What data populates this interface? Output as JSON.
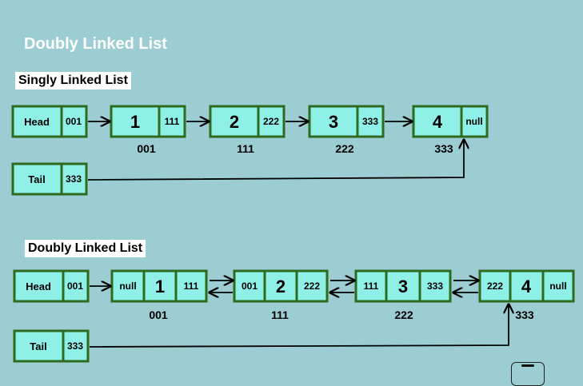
{
  "title": "Doubly Linked List",
  "singly": {
    "label": "Singly Linked List",
    "head": {
      "name": "Head",
      "ptr": "001"
    },
    "tail": {
      "name": "Tail",
      "ptr": "333"
    },
    "nodes": [
      {
        "value": "1",
        "next": "111",
        "address": "001"
      },
      {
        "value": "2",
        "next": "222",
        "address": "111"
      },
      {
        "value": "3",
        "next": "333",
        "address": "222"
      },
      {
        "value": "4",
        "next": "null",
        "address": "333"
      }
    ]
  },
  "doubly": {
    "label": "Doubly Linked List",
    "head": {
      "name": "Head",
      "ptr": "001"
    },
    "tail": {
      "name": "Tail",
      "ptr": "333"
    },
    "nodes": [
      {
        "prev": "null",
        "value": "1",
        "next": "111",
        "address": "001"
      },
      {
        "prev": "001",
        "value": "2",
        "next": "222",
        "address": "111"
      },
      {
        "prev": "111",
        "value": "3",
        "next": "333",
        "address": "222"
      },
      {
        "prev": "222",
        "value": "4",
        "next": "null",
        "address": "333"
      }
    ]
  },
  "colors": {
    "background": "#9ccdd2",
    "cell_fill": "#8ff0e8",
    "cell_border": "#2e6b1e"
  }
}
